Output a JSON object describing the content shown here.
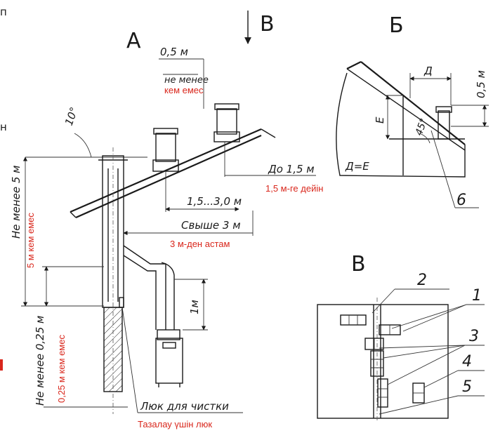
{
  "views": {
    "a": "А",
    "b_arrow_label": "В",
    "b": "Б",
    "v": "В"
  },
  "labels_ru": {
    "half_m": "0,5 м",
    "not_less": "не менее",
    "angle10": "10°",
    "up_to_15": "До 1,5 м",
    "range_15_30": "1,5...3,0 м",
    "above_3": "Свыше 3 м",
    "not_less_5": "Не менее 5 м",
    "not_less_025": "Не менее 0,25 м",
    "one_m": "1м",
    "hatch_clean": "Люк для чистки",
    "d": "Д",
    "e": "Е",
    "angle45": "45°",
    "half_m_b": "0,5 м",
    "d_eq_e": "Д=Е"
  },
  "labels_kz": {
    "kem_emes": "кем емес",
    "up_to_15": "1,5 м-ге дейін",
    "above_3": "3 м-ден астам",
    "not_less_5": "5 м кем емес",
    "not_less_025": "0,25 м кем емес",
    "hatch_clean": "Тазалау үшін люк"
  },
  "callouts": {
    "n1": "1",
    "n2": "2",
    "n3": "3",
    "n4": "4",
    "n5": "5",
    "n6": "6"
  },
  "left_edge": {
    "t1": "п",
    "t2": "н"
  }
}
